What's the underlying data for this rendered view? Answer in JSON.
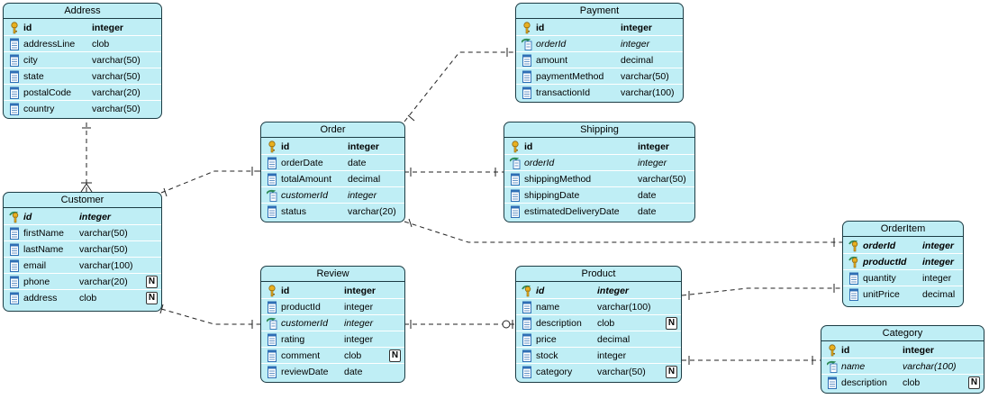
{
  "entities": {
    "address": {
      "title": "Address",
      "columns": [
        {
          "name": "id",
          "type": "integer",
          "key": "pk"
        },
        {
          "name": "addressLine",
          "type": "clob",
          "key": "none"
        },
        {
          "name": "city",
          "type": "varchar(50)",
          "key": "none"
        },
        {
          "name": "state",
          "type": "varchar(50)",
          "key": "none"
        },
        {
          "name": "postalCode",
          "type": "varchar(20)",
          "key": "none"
        },
        {
          "name": "country",
          "type": "varchar(50)",
          "key": "none"
        }
      ]
    },
    "customer": {
      "title": "Customer",
      "columns": [
        {
          "name": "id",
          "type": "integer",
          "key": "pfk"
        },
        {
          "name": "firstName",
          "type": "varchar(50)",
          "key": "none"
        },
        {
          "name": "lastName",
          "type": "varchar(50)",
          "key": "none"
        },
        {
          "name": "email",
          "type": "varchar(100)",
          "key": "none"
        },
        {
          "name": "phone",
          "type": "varchar(20)",
          "key": "none",
          "nullable": "N"
        },
        {
          "name": "address",
          "type": "clob",
          "key": "none",
          "nullable": "N"
        }
      ]
    },
    "order": {
      "title": "Order",
      "columns": [
        {
          "name": "id",
          "type": "integer",
          "key": "pk"
        },
        {
          "name": "orderDate",
          "type": "date",
          "key": "none"
        },
        {
          "name": "totalAmount",
          "type": "decimal",
          "key": "none"
        },
        {
          "name": "customerId",
          "type": "integer",
          "key": "fk"
        },
        {
          "name": "status",
          "type": "varchar(20)",
          "key": "none"
        }
      ]
    },
    "payment": {
      "title": "Payment",
      "columns": [
        {
          "name": "id",
          "type": "integer",
          "key": "pk"
        },
        {
          "name": "orderId",
          "type": "integer",
          "key": "fk"
        },
        {
          "name": "amount",
          "type": "decimal",
          "key": "none"
        },
        {
          "name": "paymentMethod",
          "type": "varchar(50)",
          "key": "none"
        },
        {
          "name": "transactionId",
          "type": "varchar(100)",
          "key": "none"
        }
      ]
    },
    "shipping": {
      "title": "Shipping",
      "columns": [
        {
          "name": "id",
          "type": "integer",
          "key": "pk"
        },
        {
          "name": "orderId",
          "type": "integer",
          "key": "fk"
        },
        {
          "name": "shippingMethod",
          "type": "varchar(50)",
          "key": "none"
        },
        {
          "name": "shippingDate",
          "type": "date",
          "key": "none"
        },
        {
          "name": "estimatedDeliveryDate",
          "type": "date",
          "key": "none"
        }
      ]
    },
    "orderitem": {
      "title": "OrderItem",
      "columns": [
        {
          "name": "orderId",
          "type": "integer",
          "key": "pfk"
        },
        {
          "name": "productId",
          "type": "integer",
          "key": "pfk"
        },
        {
          "name": "quantity",
          "type": "integer",
          "key": "none"
        },
        {
          "name": "unitPrice",
          "type": "decimal",
          "key": "none"
        }
      ]
    },
    "review": {
      "title": "Review",
      "columns": [
        {
          "name": "id",
          "type": "integer",
          "key": "pk"
        },
        {
          "name": "productId",
          "type": "integer",
          "key": "none"
        },
        {
          "name": "customerId",
          "type": "integer",
          "key": "fk"
        },
        {
          "name": "rating",
          "type": "integer",
          "key": "none"
        },
        {
          "name": "comment",
          "type": "clob",
          "key": "none",
          "nullable": "N"
        },
        {
          "name": "reviewDate",
          "type": "date",
          "key": "none"
        }
      ]
    },
    "product": {
      "title": "Product",
      "columns": [
        {
          "name": "id",
          "type": "integer",
          "key": "pfk"
        },
        {
          "name": "name",
          "type": "varchar(100)",
          "key": "none"
        },
        {
          "name": "description",
          "type": "clob",
          "key": "none",
          "nullable": "N"
        },
        {
          "name": "price",
          "type": "decimal",
          "key": "none"
        },
        {
          "name": "stock",
          "type": "integer",
          "key": "none"
        },
        {
          "name": "category",
          "type": "varchar(50)",
          "key": "none",
          "nullable": "N"
        }
      ]
    },
    "category": {
      "title": "Category",
      "columns": [
        {
          "name": "id",
          "type": "integer",
          "key": "pk"
        },
        {
          "name": "name",
          "type": "varchar(100)",
          "key": "fk"
        },
        {
          "name": "description",
          "type": "clob",
          "key": "none",
          "nullable": "N"
        }
      ]
    }
  },
  "colors": {
    "entity_fill": "#bfeef5",
    "entity_border": "#1c3c44",
    "connector": "#222222",
    "key_gold": "#e8b020",
    "key_green": "#2e8b57",
    "column_icon": "#2f6fb5"
  },
  "icons": {
    "pk": "key-icon",
    "fk": "foreign-key-icon",
    "pfk": "primary-foreign-key-icon",
    "none": "column-icon"
  }
}
